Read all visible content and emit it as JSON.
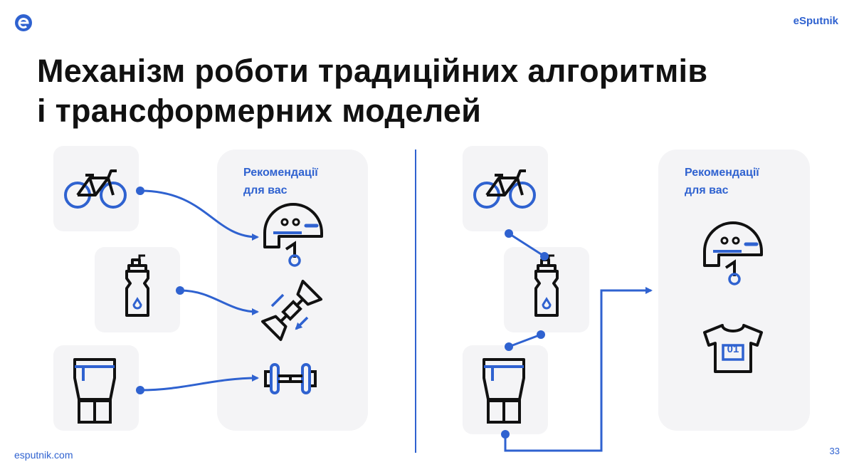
{
  "brand": "eSputnik",
  "title_line1": "Механізм роботи традиційних алгоритмів",
  "title_line2": "і трансформерних моделей",
  "panel_title_line1": "Рекомендації",
  "panel_title_line2": "для вас",
  "footer": "esputnik.com",
  "page_number": "33",
  "jersey_number": "01",
  "colors": {
    "accent": "#2f62d0",
    "card": "#f4f4f6"
  }
}
